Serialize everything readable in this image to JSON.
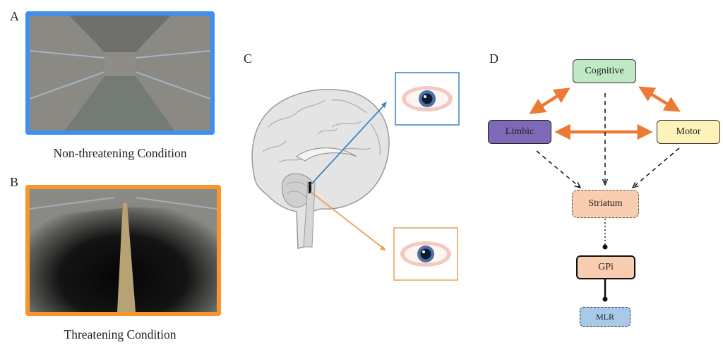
{
  "panels": {
    "a": {
      "letter": "A",
      "caption": "Non-threatening Condition"
    },
    "b": {
      "letter": "B",
      "caption": "Threatening Condition"
    },
    "c": {
      "letter": "C"
    },
    "d": {
      "letter": "D"
    }
  },
  "frame_colors": {
    "non_threatening": "#3d8ff2",
    "threatening": "#f7962f"
  },
  "pathway_colors": {
    "blue": "#3a84c5",
    "orange": "#e8a15a"
  },
  "network": {
    "nodes": {
      "cognitive": {
        "label": "Cognitive",
        "fill": "#bfe8c4"
      },
      "limbic": {
        "label": "Limbic",
        "fill": "#7e68b8"
      },
      "motor": {
        "label": "Motor",
        "fill": "#fdf2b8"
      },
      "striatum": {
        "label": "Striatum",
        "fill": "#f8cdb0"
      },
      "gpi": {
        "label": "GPi",
        "fill": "#f8cdb0"
      },
      "mlr": {
        "label": "MLR",
        "fill": "#a8c9ea"
      }
    },
    "arrow_color": "#ec7a35"
  }
}
